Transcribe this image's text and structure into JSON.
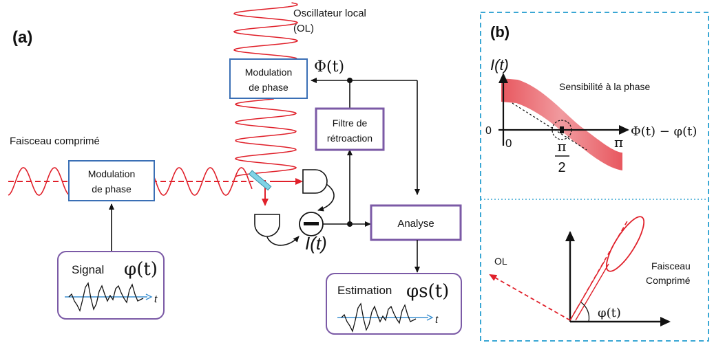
{
  "panel_a": {
    "label": "(a)",
    "lo_label_line1": "Oscillateur local",
    "lo_label_line2": "(OL)",
    "big_phi": "Φ(t)",
    "squeezed_beam_label": "Faisceau comprimé",
    "top_modulator_line1": "Modulation",
    "top_modulator_line2": "de phase",
    "signal_modulator_line1": "Modulation",
    "signal_modulator_line2": "de phase",
    "feedback_line1": "Filtre de",
    "feedback_line2": "rétroaction",
    "analysis_label": "Analyse",
    "photocurrent": "I(t)",
    "signal_label": "Signal",
    "signal_symbol": "φ(t)",
    "signal_axis": "t",
    "estimation_label": "Estimation",
    "estimation_symbol": "φs(t)",
    "estimation_axis": "t"
  },
  "panel_b": {
    "label": "(b)",
    "y_axis_label": "I(t)",
    "x_axis_label": "Φ(t) − φ(t)",
    "zero_y": "0",
    "zero_x": "0",
    "pi_half_num": "π",
    "pi_half_den": "2",
    "pi": "π",
    "sensitivity_label": "Sensibilité à la phase",
    "ol_label": "OL",
    "squeezed_line1": "Faisceau",
    "squeezed_line2": "Comprimé",
    "angle_label": "φ(t)"
  },
  "colors": {
    "optical_red": "#e0202a",
    "box_blue": "#3a6fb5",
    "box_purple": "#7b5aa6",
    "panel_dash": "#3aa7d4",
    "ink": "#111111"
  }
}
